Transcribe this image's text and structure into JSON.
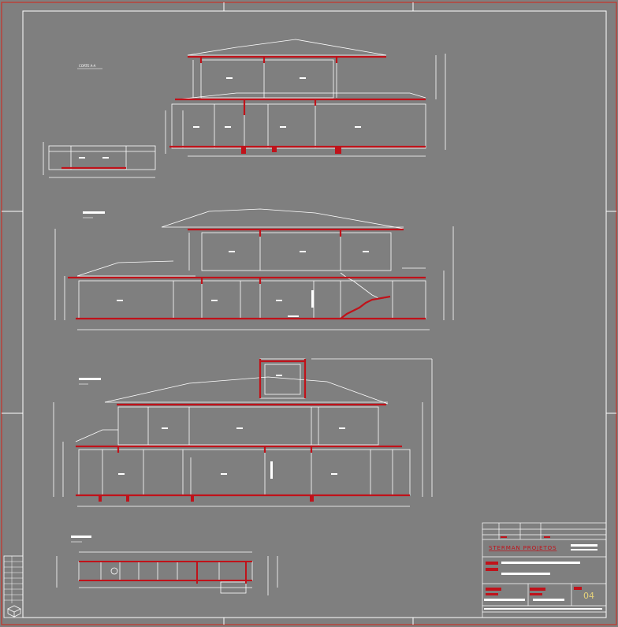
{
  "sheet": {
    "background": "#7f7f7f",
    "border_color": "#b8423a",
    "line_color": "#ffffff",
    "structure_color": "#c0121a"
  },
  "title_block": {
    "company": "STERMAN PROJETOS",
    "sheet_number": "04",
    "company_color": "#c0121a",
    "sheet_number_color": "#e6d27a"
  },
  "section_labels": {
    "top_section": "CORTE A-A"
  }
}
